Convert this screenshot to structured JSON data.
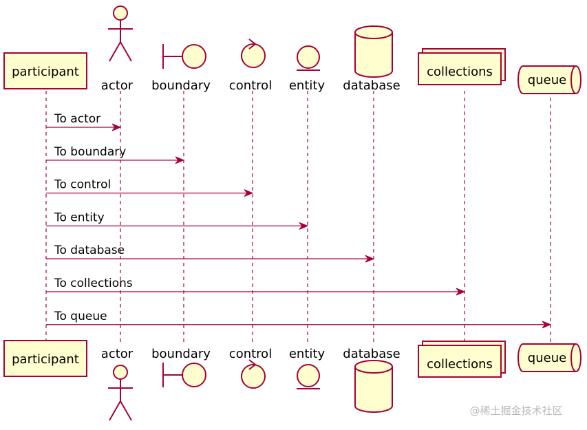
{
  "colors": {
    "stroke": "#a80036",
    "fill": "#fefece",
    "text": "#000000",
    "watermark": "#b8b8b8"
  },
  "participants": [
    {
      "id": "participant",
      "kind": "participant",
      "label": "participant"
    },
    {
      "id": "actor",
      "kind": "actor",
      "label": "actor"
    },
    {
      "id": "boundary",
      "kind": "boundary",
      "label": "boundary"
    },
    {
      "id": "control",
      "kind": "control",
      "label": "control"
    },
    {
      "id": "entity",
      "kind": "entity",
      "label": "entity"
    },
    {
      "id": "database",
      "kind": "database",
      "label": "database"
    },
    {
      "id": "collections",
      "kind": "collections",
      "label": "collections"
    },
    {
      "id": "queue",
      "kind": "queue",
      "label": "queue"
    }
  ],
  "messages": [
    {
      "from": "participant",
      "to": "actor",
      "label": "To actor"
    },
    {
      "from": "participant",
      "to": "boundary",
      "label": "To boundary"
    },
    {
      "from": "participant",
      "to": "control",
      "label": "To control"
    },
    {
      "from": "participant",
      "to": "entity",
      "label": "To entity"
    },
    {
      "from": "participant",
      "to": "database",
      "label": "To database"
    },
    {
      "from": "participant",
      "to": "collections",
      "label": "To collections"
    },
    {
      "from": "participant",
      "to": "queue",
      "label": "To queue"
    }
  ],
  "watermark": "@稀土掘金技术社区"
}
